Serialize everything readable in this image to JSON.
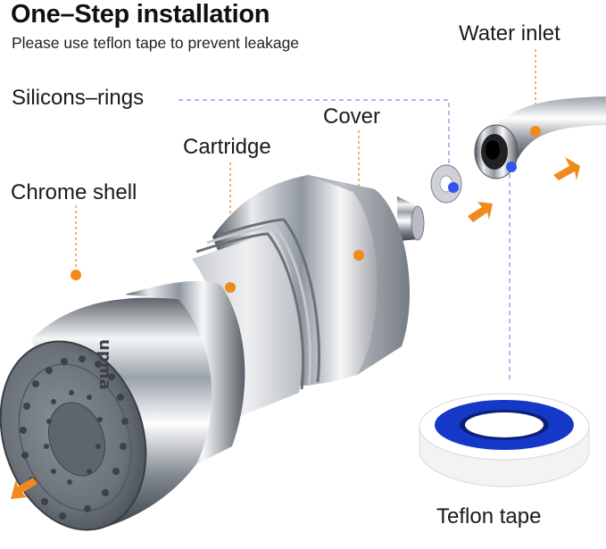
{
  "header": {
    "title": "One–Step installation",
    "subtitle": "Please use teflon tape to prevent leakage"
  },
  "labels": {
    "water_inlet": "Water inlet",
    "silicon_rings": "Silicons–rings",
    "cover": "Cover",
    "cartridge": "Cartridge",
    "chrome_shell": "Chrome shell",
    "teflon_tape": "Teflon tape"
  },
  "product": {
    "brand": "upma"
  },
  "colors": {
    "arrow": "#f08a1c",
    "marker_orange": "#f08a1c",
    "marker_blue": "#3355ee",
    "leader_dashed": "#8ea3d8",
    "tape_blue": "#1538c8"
  }
}
